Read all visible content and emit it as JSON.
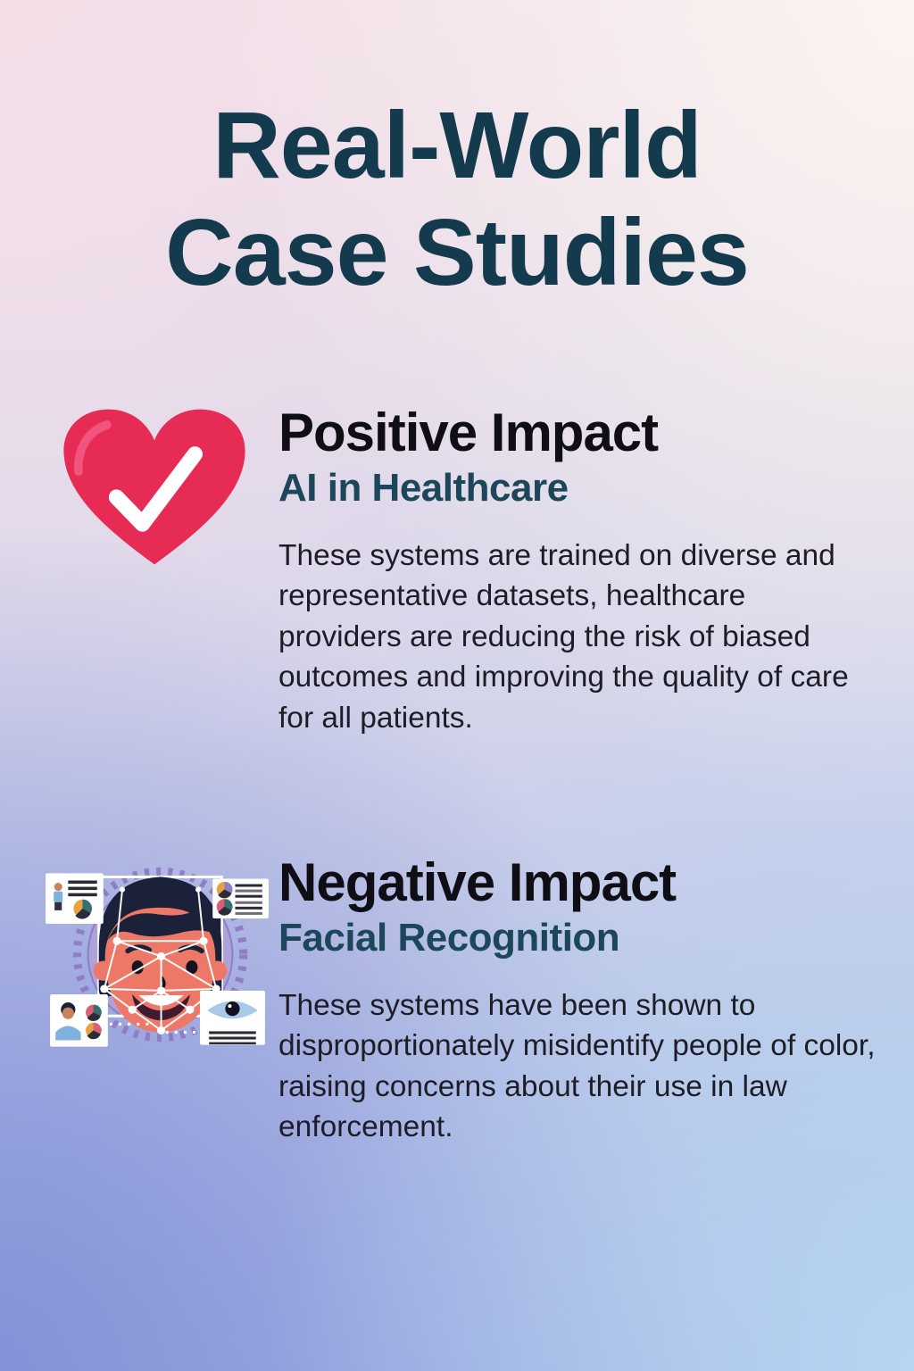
{
  "title": {
    "line1": "Real-World",
    "line2": "Case Studies"
  },
  "sections": [
    {
      "id": "positive",
      "icon": "heart-check-icon",
      "heading": "Positive Impact",
      "subheading": "AI in Healthcare",
      "body": "These systems are trained on diverse and representative datasets, healthcare providers are reducing the risk of biased outcomes and improving the quality of care for all patients."
    },
    {
      "id": "negative",
      "icon": "facial-recognition-icon",
      "heading": "Negative Impact",
      "subheading": "Facial Recognition",
      "body": "These systems have been shown to disproportionately misidentify people of color, raising concerns about their use in law enforcement."
    }
  ],
  "colors": {
    "title": "#143A4E",
    "heading": "#0E0E14",
    "subheading": "#1C4659",
    "body": "#1D1D26",
    "heart_red": "#E62B55",
    "heart_highlight": "#F2537F",
    "bg_top_left": "#F4DFE9",
    "bg_top_right": "#FCF5F0",
    "bg_bottom_left": "#8290D8",
    "bg_bottom_right": "#B8D6F2",
    "face_skin": "#EE7867",
    "face_hair": "#1B2138",
    "ring_purple": "#8F7EC6"
  }
}
